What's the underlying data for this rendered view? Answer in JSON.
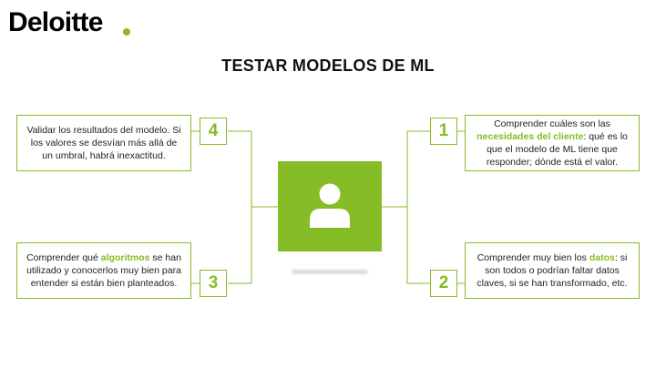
{
  "brand": {
    "logo_text": "Deloitte",
    "accent": "#86bc25"
  },
  "title": "TESTAR MODELOS DE ML",
  "center": {
    "icon": "person-icon"
  },
  "items": {
    "one": {
      "number": "1",
      "pre": "Comprender cuáles son las ",
      "highlight": "necesidades del cliente",
      "post": ": qué es lo que el modelo de ML tiene que responder; dónde está el valor."
    },
    "two": {
      "number": "2",
      "pre": "Comprender muy bien los ",
      "highlight": "datos",
      "post": ": si son todos o podrían faltar datos claves, si se han transformado, etc."
    },
    "three": {
      "number": "3",
      "pre": "Comprender qué ",
      "highlight": "algoritmos",
      "post": " se han utilizado y conocerlos muy bien para entender si están bien planteados."
    },
    "four": {
      "number": "4",
      "pre": "Validar los resultados del modelo. Si los valores se desvían más allá de un umbral, habrá inexactitud.",
      "highlight": "",
      "post": ""
    }
  }
}
